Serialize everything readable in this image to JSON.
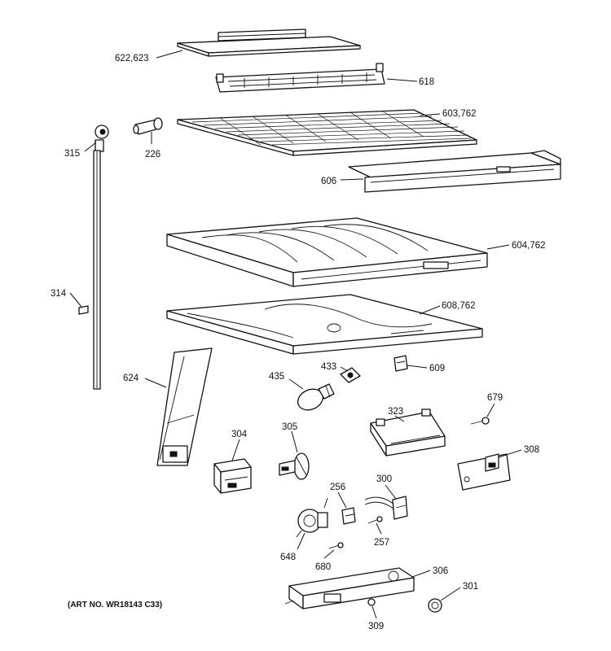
{
  "callouts": {
    "c622": "622,623",
    "c618": "618",
    "c603": "603,762",
    "c315": "315",
    "c226": "226",
    "c606": "606",
    "c604": "604,762",
    "c314": "314",
    "c608": "608,762",
    "c624": "624",
    "c433": "433",
    "c609": "609",
    "c435": "435",
    "c679": "679",
    "c323": "323",
    "c304": "304",
    "c305": "305",
    "c308": "308",
    "c300": "300",
    "c256": "256",
    "c257": "257",
    "c648": "648",
    "c680": "680",
    "c306": "306",
    "c301": "301",
    "c309": "309"
  },
  "art_number": "(ART NO. WR18143 C33)"
}
